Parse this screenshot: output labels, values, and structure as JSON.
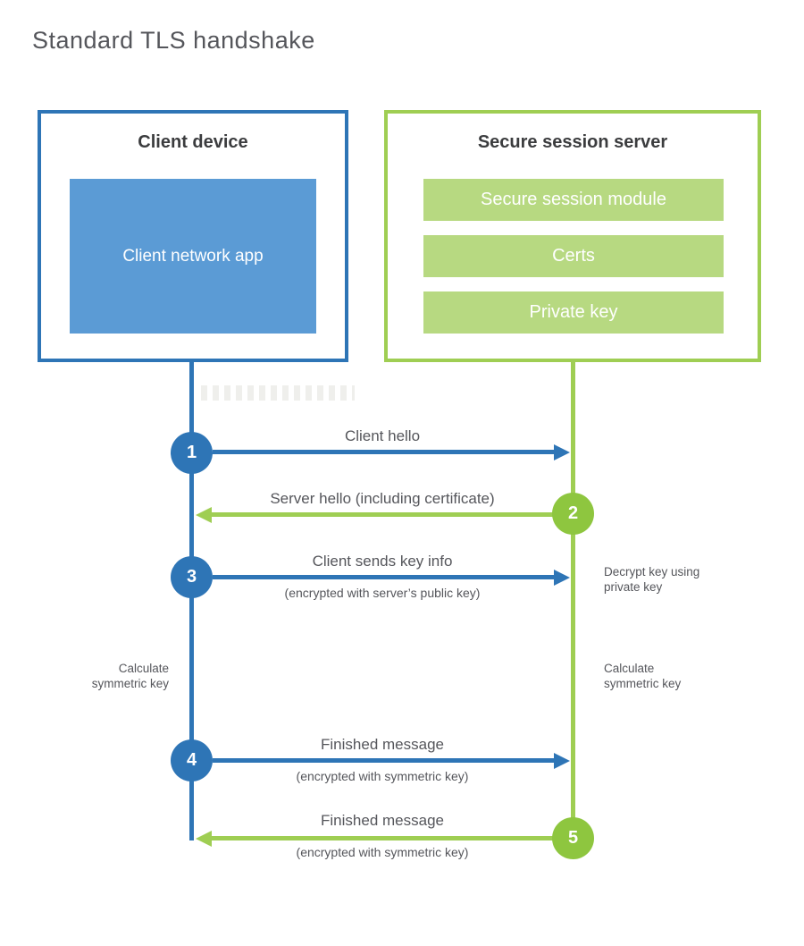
{
  "title": "Standard TLS handshake",
  "colors": {
    "blue": "#2e75b6",
    "blue_fill": "#5b9bd5",
    "green": "#9fce53",
    "green_circle": "#8ec63f",
    "green_fill": "#b7d981",
    "text": "#55565b",
    "heading_text": "#3b3c3e"
  },
  "client": {
    "title": "Client device",
    "component": "Client network app"
  },
  "server": {
    "title": "Secure session server",
    "components": [
      "Secure session module",
      "Certs",
      "Private key"
    ]
  },
  "messages": [
    {
      "step": "1",
      "label": "Client hello",
      "sublabel": "",
      "direction": "right",
      "from": "client",
      "to": "server"
    },
    {
      "step": "2",
      "label": "Server hello (including certificate)",
      "sublabel": "",
      "direction": "left",
      "from": "server",
      "to": "client"
    },
    {
      "step": "3",
      "label": "Client sends key info",
      "sublabel": "(encrypted with server’s public key)",
      "direction": "right",
      "from": "client",
      "to": "server"
    },
    {
      "step": "4",
      "label": "Finished message",
      "sublabel": "(encrypted with symmetric key)",
      "direction": "right",
      "from": "client",
      "to": "server"
    },
    {
      "step": "5",
      "label": "Finished message",
      "sublabel": "(encrypted with symmetric key)",
      "direction": "left",
      "from": "server",
      "to": "client"
    }
  ],
  "notes": {
    "decrypt": "Decrypt key using private key",
    "calc_left": "Calculate symmetric key",
    "calc_right": "Calculate symmetric key"
  }
}
